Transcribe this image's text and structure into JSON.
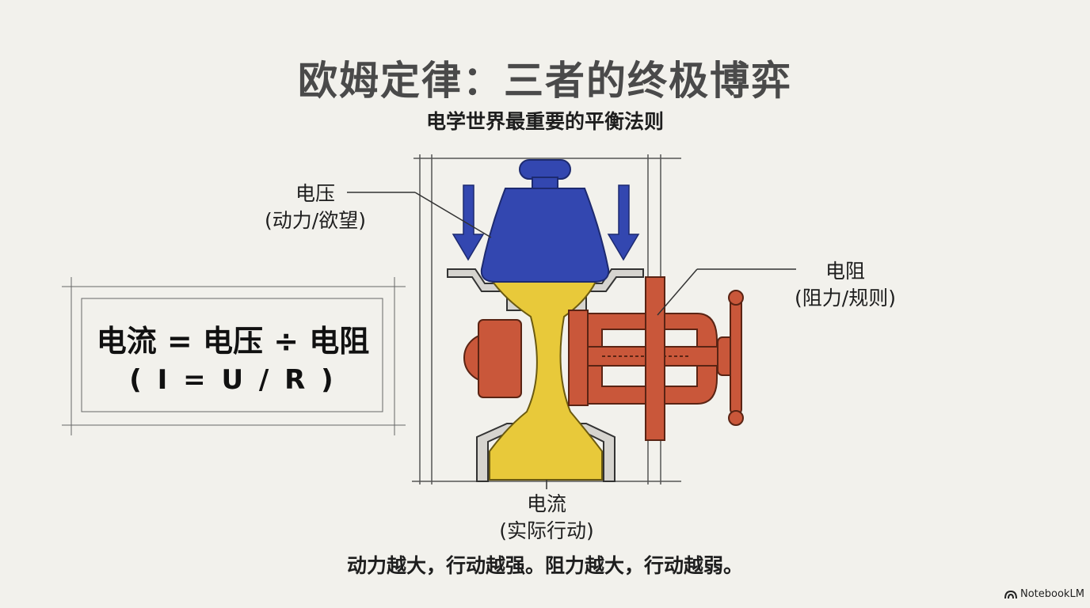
{
  "header": {
    "title": "欧姆定律：三者的终极博弈",
    "subtitle": "电学世界最重要的平衡法则"
  },
  "labels": {
    "voltage": {
      "name": "电压",
      "desc": "(动力/欲望)"
    },
    "resistance": {
      "name": "电阻",
      "desc": "(阻力/规则)"
    },
    "current": {
      "name": "电流",
      "desc": "(实际行动)"
    }
  },
  "formula": {
    "main": "电流 = 电压 ÷ 电阻",
    "symbolic": "( I = U / R )"
  },
  "caption": "动力越大，行动越强。阻力越大，行动越弱。",
  "brand": {
    "name": "NotebookLM",
    "icon": "notebooklm-logo-icon"
  },
  "colors": {
    "weight_blue": "#3347b0",
    "clamp_red": "#c9573a",
    "current_yellow": "#e8c93a",
    "ink": "#2a2a2a"
  }
}
